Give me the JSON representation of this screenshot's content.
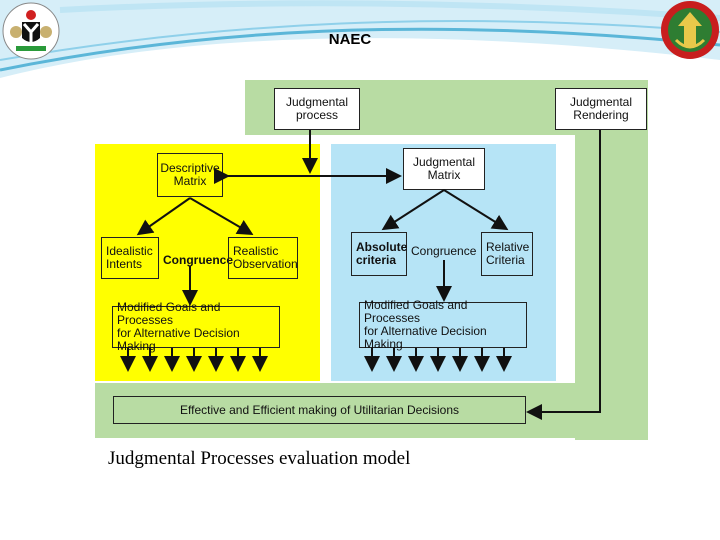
{
  "header": {
    "title": "NAEC"
  },
  "diagram": {
    "judgmental_process": "Judgmental\nprocess",
    "judgmental_rendering": "Judgmental\nRendering",
    "left": {
      "descriptive_matrix": "Descriptive\nMatrix",
      "idealistic_intents": "Idealistic\nIntents",
      "congruence": "Congruence",
      "realistic_observation": "Realistic\nObservation",
      "modified_goals": "Modified Goals and Processes\nfor Alternative Decision Making"
    },
    "right": {
      "judgmental_matrix": "Judgmental\nMatrix",
      "absolute_criteria": "Absolute\ncriteria",
      "congruence": "Congruence",
      "relative_criteria": "Relative\nCriteria",
      "modified_goals": "Modified Goals and Processes\nfor Alternative Decision Making"
    },
    "effective": "Effective and Efficient making of Utilitarian Decisions"
  },
  "caption": "Judgmental Processes evaluation model",
  "colors": {
    "green_bg": "#b8dca3",
    "yellow_panel": "#ffff00",
    "blue_panel": "#b6e4f6"
  },
  "logos": {
    "left": "nigeria-coat-of-arms",
    "right": "army-crest"
  }
}
